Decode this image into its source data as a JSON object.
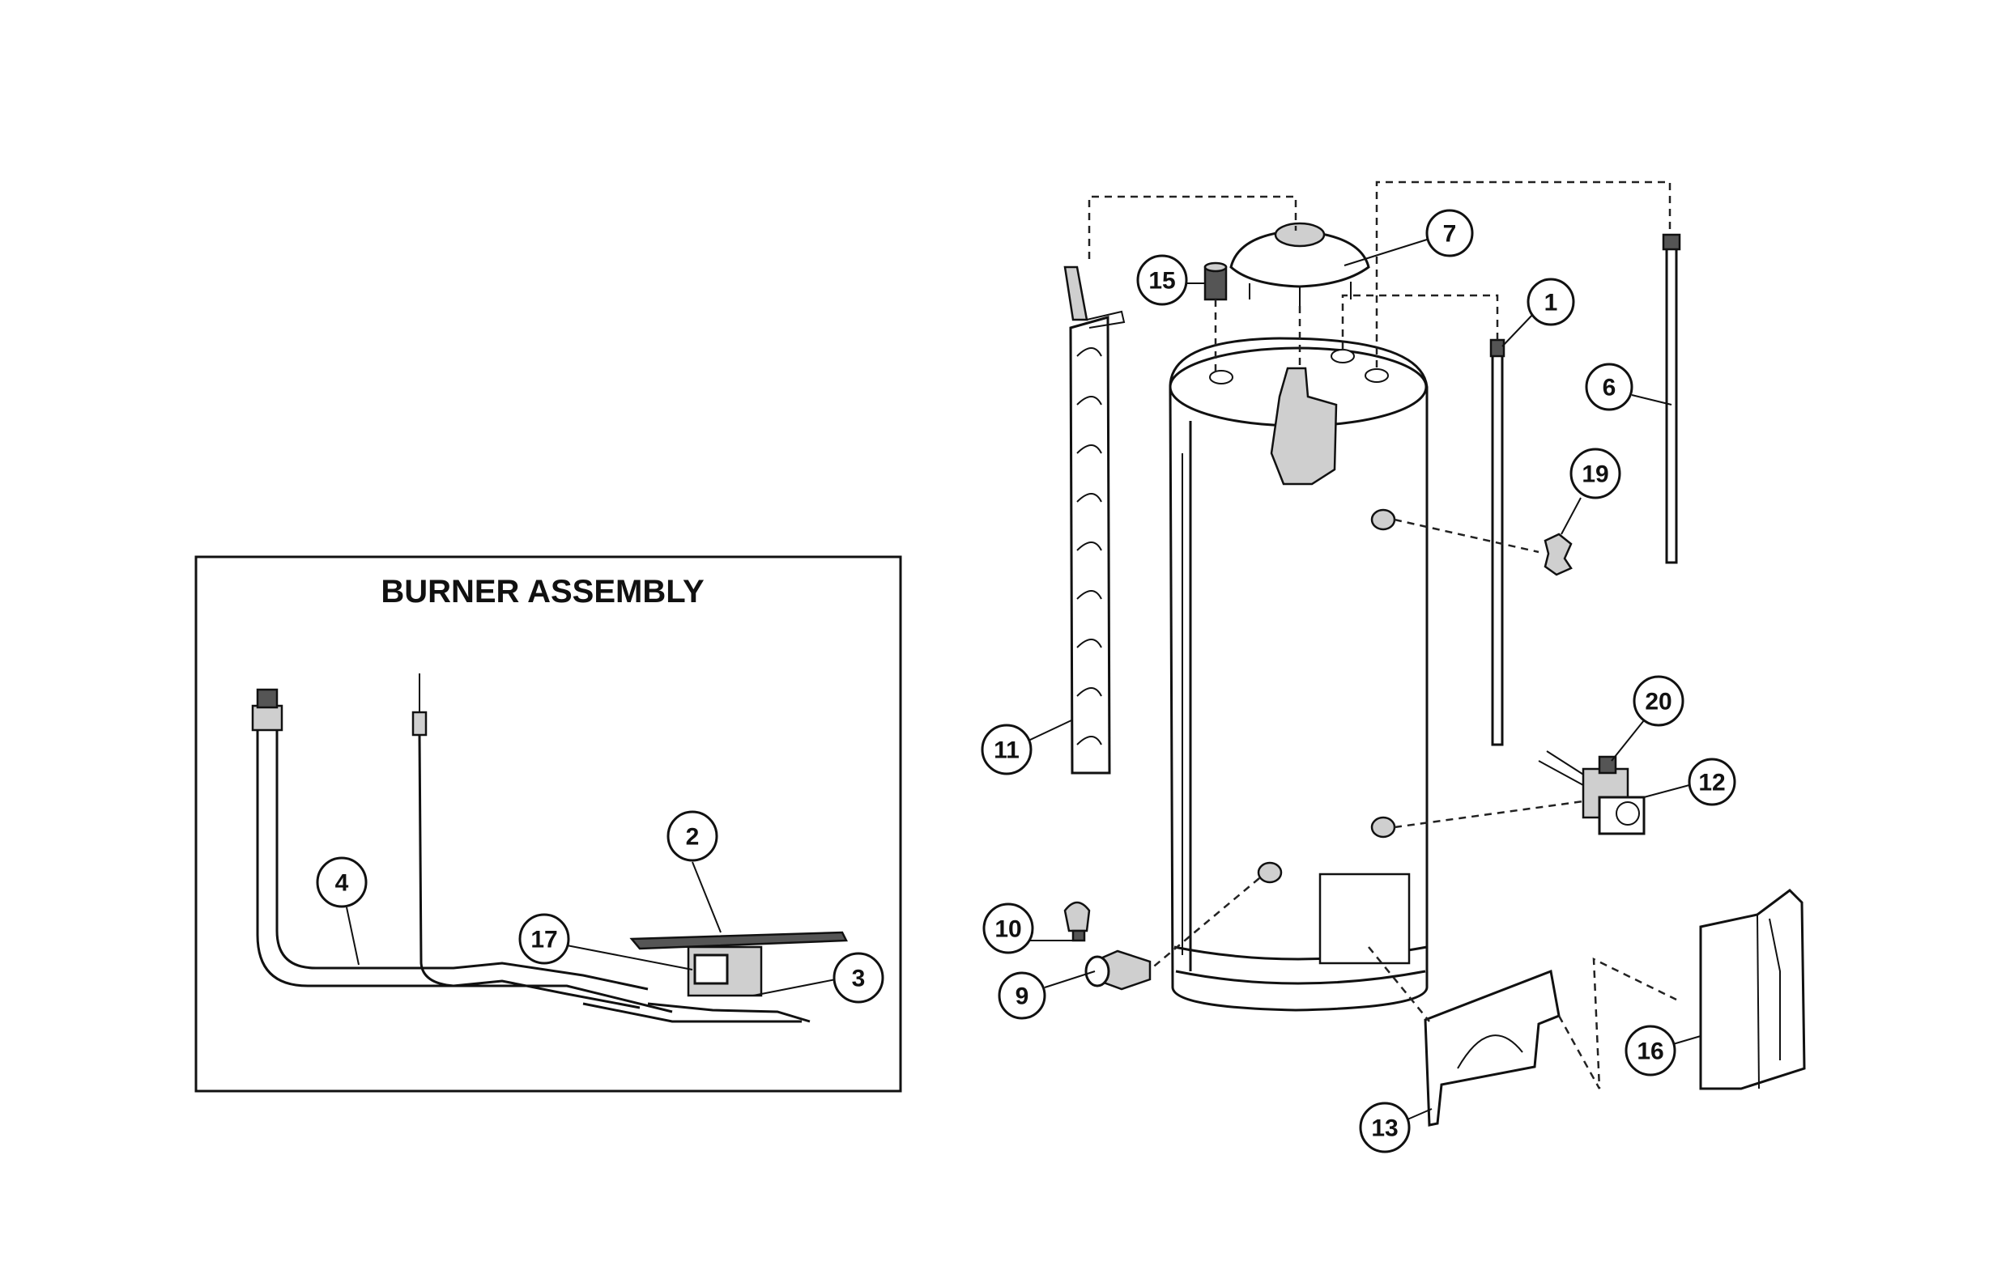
{
  "burner_assembly": {
    "title": "BURNER ASSEMBLY",
    "callouts": [
      "2",
      "3",
      "4",
      "17"
    ]
  },
  "callouts": [
    "1",
    "6",
    "7",
    "9",
    "10",
    "11",
    "12",
    "13",
    "15",
    "16",
    "19",
    "20"
  ]
}
